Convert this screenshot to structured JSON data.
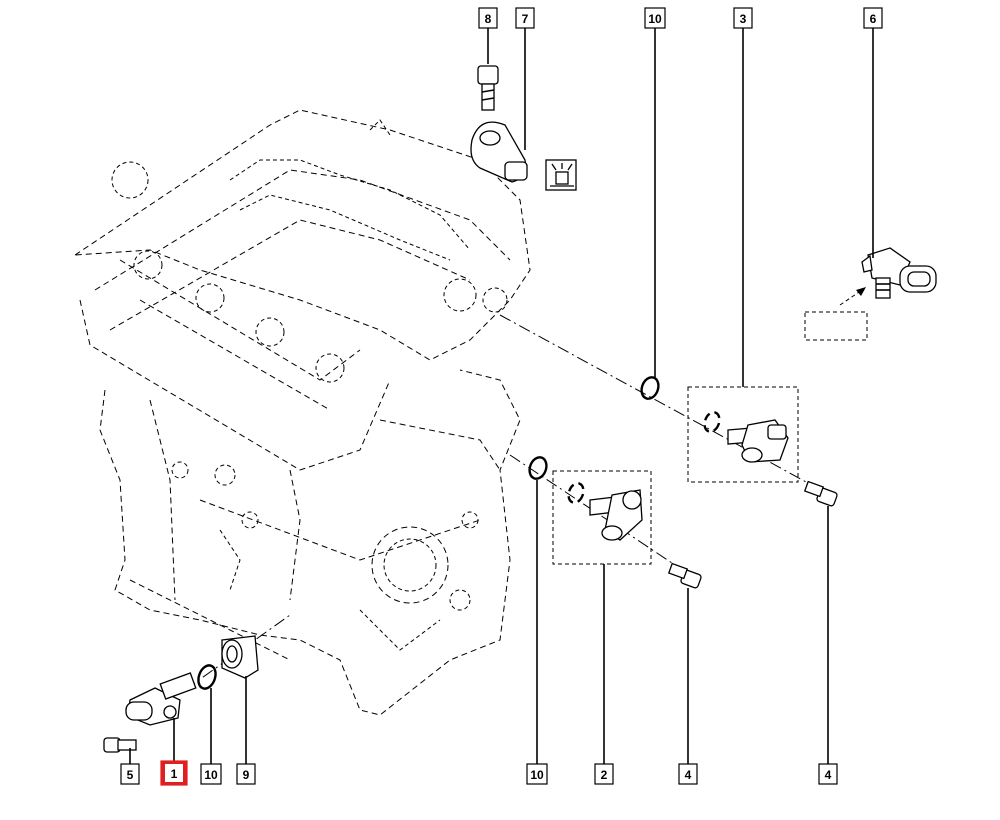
{
  "callouts": [
    {
      "id": "c8",
      "text": "8"
    },
    {
      "id": "c7",
      "text": "7"
    },
    {
      "id": "c10a",
      "text": "10"
    },
    {
      "id": "c3",
      "text": "3"
    },
    {
      "id": "c6",
      "text": "6"
    },
    {
      "id": "c5",
      "text": "5"
    },
    {
      "id": "c1",
      "text": "1",
      "highlighted": true
    },
    {
      "id": "c10b",
      "text": "10"
    },
    {
      "id": "c9",
      "text": "9"
    },
    {
      "id": "c10c",
      "text": "10"
    },
    {
      "id": "c2",
      "text": "2"
    },
    {
      "id": "c4a",
      "text": "4"
    },
    {
      "id": "c4b",
      "text": "4"
    }
  ],
  "colors": {
    "highlight": "#e02020",
    "line": "#000000",
    "background": "#ffffff"
  },
  "icons": {
    "torque_symbol": "piston-torque-icon"
  }
}
